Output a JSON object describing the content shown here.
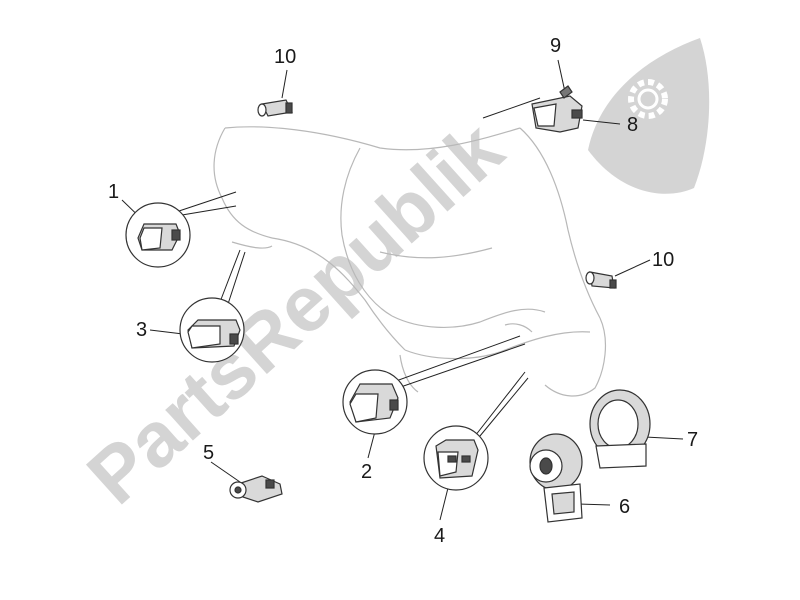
{
  "watermark": {
    "text": "PartsRepublik",
    "icon": "gear-icon",
    "color": "#d4d4d4"
  },
  "callouts": {
    "c1": "1",
    "c2": "2",
    "c3": "3",
    "c4": "4",
    "c5": "5",
    "c6": "6",
    "c7": "7",
    "c8": "8",
    "c9": "9",
    "c10a": "10",
    "c10b": "10"
  },
  "colors": {
    "background": "#ffffff",
    "outline": "#b8b8b8",
    "ink": "#1a1a1a"
  }
}
